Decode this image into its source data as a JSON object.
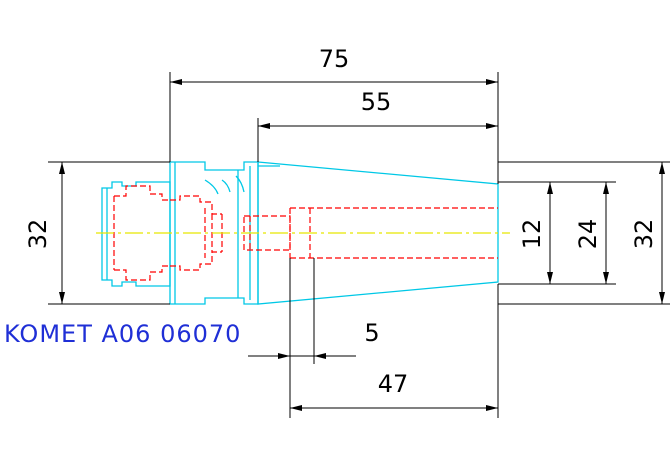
{
  "drawing": {
    "part_label": "KOMET A06 06070",
    "dimensions": {
      "overall_length": "75",
      "tapered_length": "55",
      "small_offset": "5",
      "bore_length": "47",
      "left_diameter": "32",
      "bore_diameter": "12",
      "mid_diameter": "24",
      "right_diameter": "32"
    }
  },
  "colors": {
    "outline": "#00c8e6",
    "hidden": "#ff0000",
    "centerline": "#e6e600",
    "dimension": "#000000",
    "label": "#1f2fd6"
  }
}
